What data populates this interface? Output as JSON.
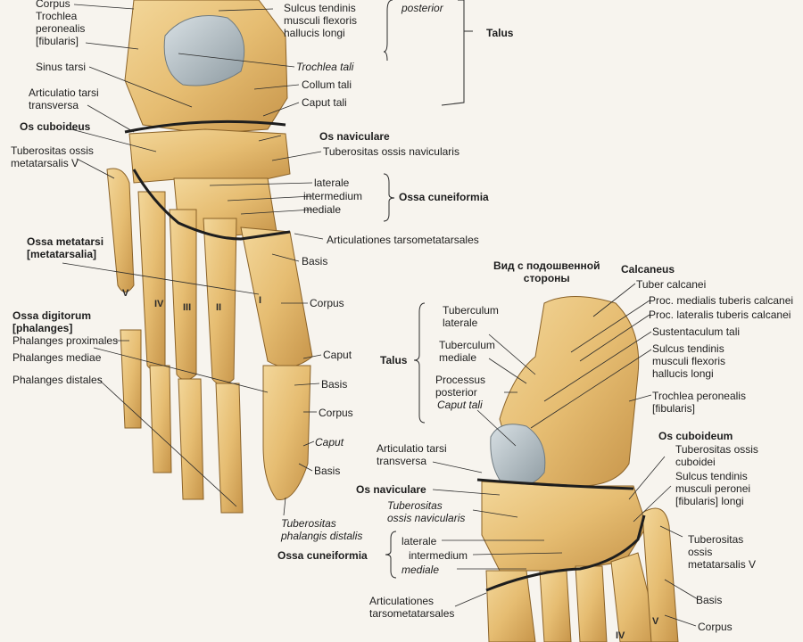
{
  "colors": {
    "bone": "#e8c27a",
    "bone_shade": "#c99a4a",
    "cartilage": "#b8c3c8",
    "line": "#2b2b2b",
    "paper": "#f7f4ee"
  },
  "dorsal": {
    "corpus_top": "Corpus",
    "trochlea_peronealis": "Trochlea\nperonealis\n[fibularis]",
    "sulcus_tendinis": "Sulcus tendinis\nmusculi flexoris\nhallucis longi",
    "processus_posterior": "posterior",
    "talus": "Talus",
    "sinus_tarsi": "Sinus tarsi",
    "trochlea_tali": "Trochlea tali",
    "collum_tali": "Collum tali",
    "caput_tali": "Caput tali",
    "articulatio_tarsi": "Articulatio tarsi\ntransversa",
    "os_cuboideus": "Os cuboideus",
    "os_naviculare": "Os naviculare",
    "tuberositas_ossis_navicularis": "Tuberositas ossis navicularis",
    "tuberositas_metatarsalis": "Tuberositas ossis\nmetatarsalis V",
    "laterale": "laterale",
    "intermedium": "intermedium",
    "mediale": "mediale",
    "ossa_cuneiformia": "Ossa cuneiformia",
    "articulationes_tarsometatarsales": "Articulationes tarsometatarsales",
    "ossa_metatarsi": "Ossa metatarsi\n[metatarsalia]",
    "basis": "Basis",
    "corpus": "Corpus",
    "roman": [
      "V",
      "IV",
      "III",
      "II",
      "I"
    ],
    "ossa_digitorum": "Ossa digitorum\n[phalanges]",
    "phalanges_proximales": "Phalanges proximales",
    "phalanges_mediae": "Phalanges mediae",
    "phalanges_distales": "Phalanges distales",
    "caput": "Caput",
    "basis2": "Basis",
    "corpus2": "Corpus",
    "caput2": "Caput",
    "basis3": "Basis",
    "tuberositas_phalangis": "Tuberositas\nphalangis distalis"
  },
  "plantar": {
    "view_title": "Вид с подошвенной\nстороны",
    "calcaneus": "Calcaneus",
    "tuber_calcanei": "Tuber calcanei",
    "proc_medialis": "Proc. medialis tuberis calcanei",
    "proc_lateralis": "Proc. lateralis tuberis calcanei",
    "sustentaculum": "Sustentaculum tali",
    "sulcus_flexoris": "Sulcus tendinis\nmusculi flexoris\nhallucis longi",
    "trochlea_peronealis": "Trochlea peronealis\n[fibularis]",
    "tuberculum_laterale": "Tuberculum\nlaterale",
    "tuberculum_mediale": "Tuberculum\nmediale",
    "processus_posterior": "Processus\nposterior",
    "caput_tali": "Caput tali",
    "talus": "Talus",
    "articulatio_tarsi": "Articulatio tarsi\ntransversa",
    "os_cuboideum": "Os cuboideum",
    "tuberositas_cuboidei": "Tuberositas ossis\ncuboidei",
    "sulcus_peronei": "Sulcus tendinis\nmusculi peronei\n[fibularis] longi",
    "os_naviculare": "Os naviculare",
    "tuberositas_navicularis": "Tuberositas\nossis navicularis",
    "laterale": "laterale",
    "intermedium": "intermedium",
    "mediale": "mediale",
    "ossa_cuneiformia": "Ossa cuneiformia",
    "tuberositas_metatarsalis": "Tuberositas\nossis\nmetatarsalis V",
    "articulationes": "Articulationes\ntarsometatarsales",
    "basis": "Basis",
    "corpus": "Corpus",
    "roman_v": "V",
    "roman_iv": "IV"
  }
}
